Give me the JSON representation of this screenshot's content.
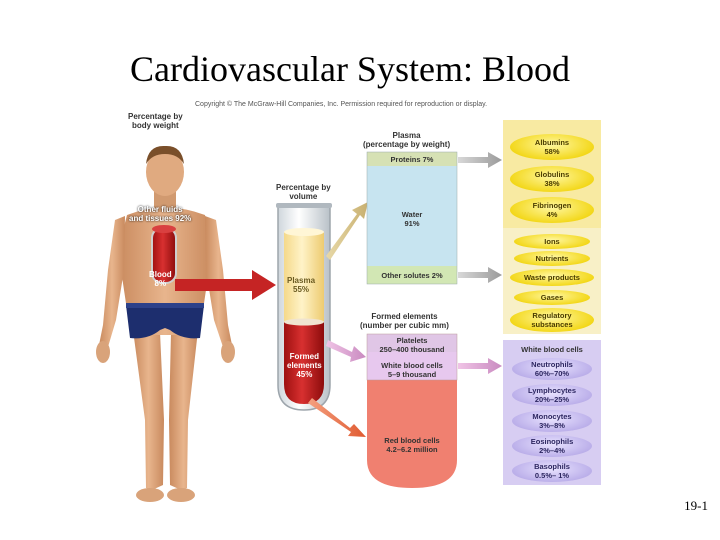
{
  "title": "Cardiovascular System: Blood",
  "copyright": "Copyright © The McGraw-Hill Companies, Inc. Permission required for reproduction or display.",
  "footer": "19-1",
  "figure": {
    "pct_body_weight": "Percentage by\nbody weight",
    "other_fluids": "Other fluids\nand tissues 92%",
    "blood": "Blood\n8%",
    "pct_volume": "Percentage by\nvolume",
    "plasma_vol": "Plasma\n55%",
    "formed_vol": "Formed\nelements\n45%",
    "plasma_weight": "Plasma\n(percentage by weight)",
    "proteins": "Proteins 7%",
    "water": "Water\n91%",
    "other_solutes": "Other solutes 2%",
    "formed_header": "Formed elements\n(number per cubic mm)",
    "platelets": "Platelets\n250–400 thousand",
    "wbc_count": "White blood cells\n5–9 thousand",
    "rbc_count": "Red blood cells\n4.2–6.2 million",
    "albumins": "Albumins\n58%",
    "globulins": "Globulins\n38%",
    "fibrinogen": "Fibrinogen\n4%",
    "ions": "Ions",
    "nutrients": "Nutrients",
    "waste": "Waste products",
    "gases": "Gases",
    "regulatory": "Regulatory\nsubstances",
    "wbc_header": "White blood cells",
    "neutrophils": "Neutrophils\n60%–70%",
    "lymphocytes": "Lymphocytes\n20%–25%",
    "monocytes": "Monocytes\n3%–8%",
    "eosinophils": "Eosinophils\n2%–4%",
    "basophils": "Basophils\n0.5%– 1%"
  }
}
